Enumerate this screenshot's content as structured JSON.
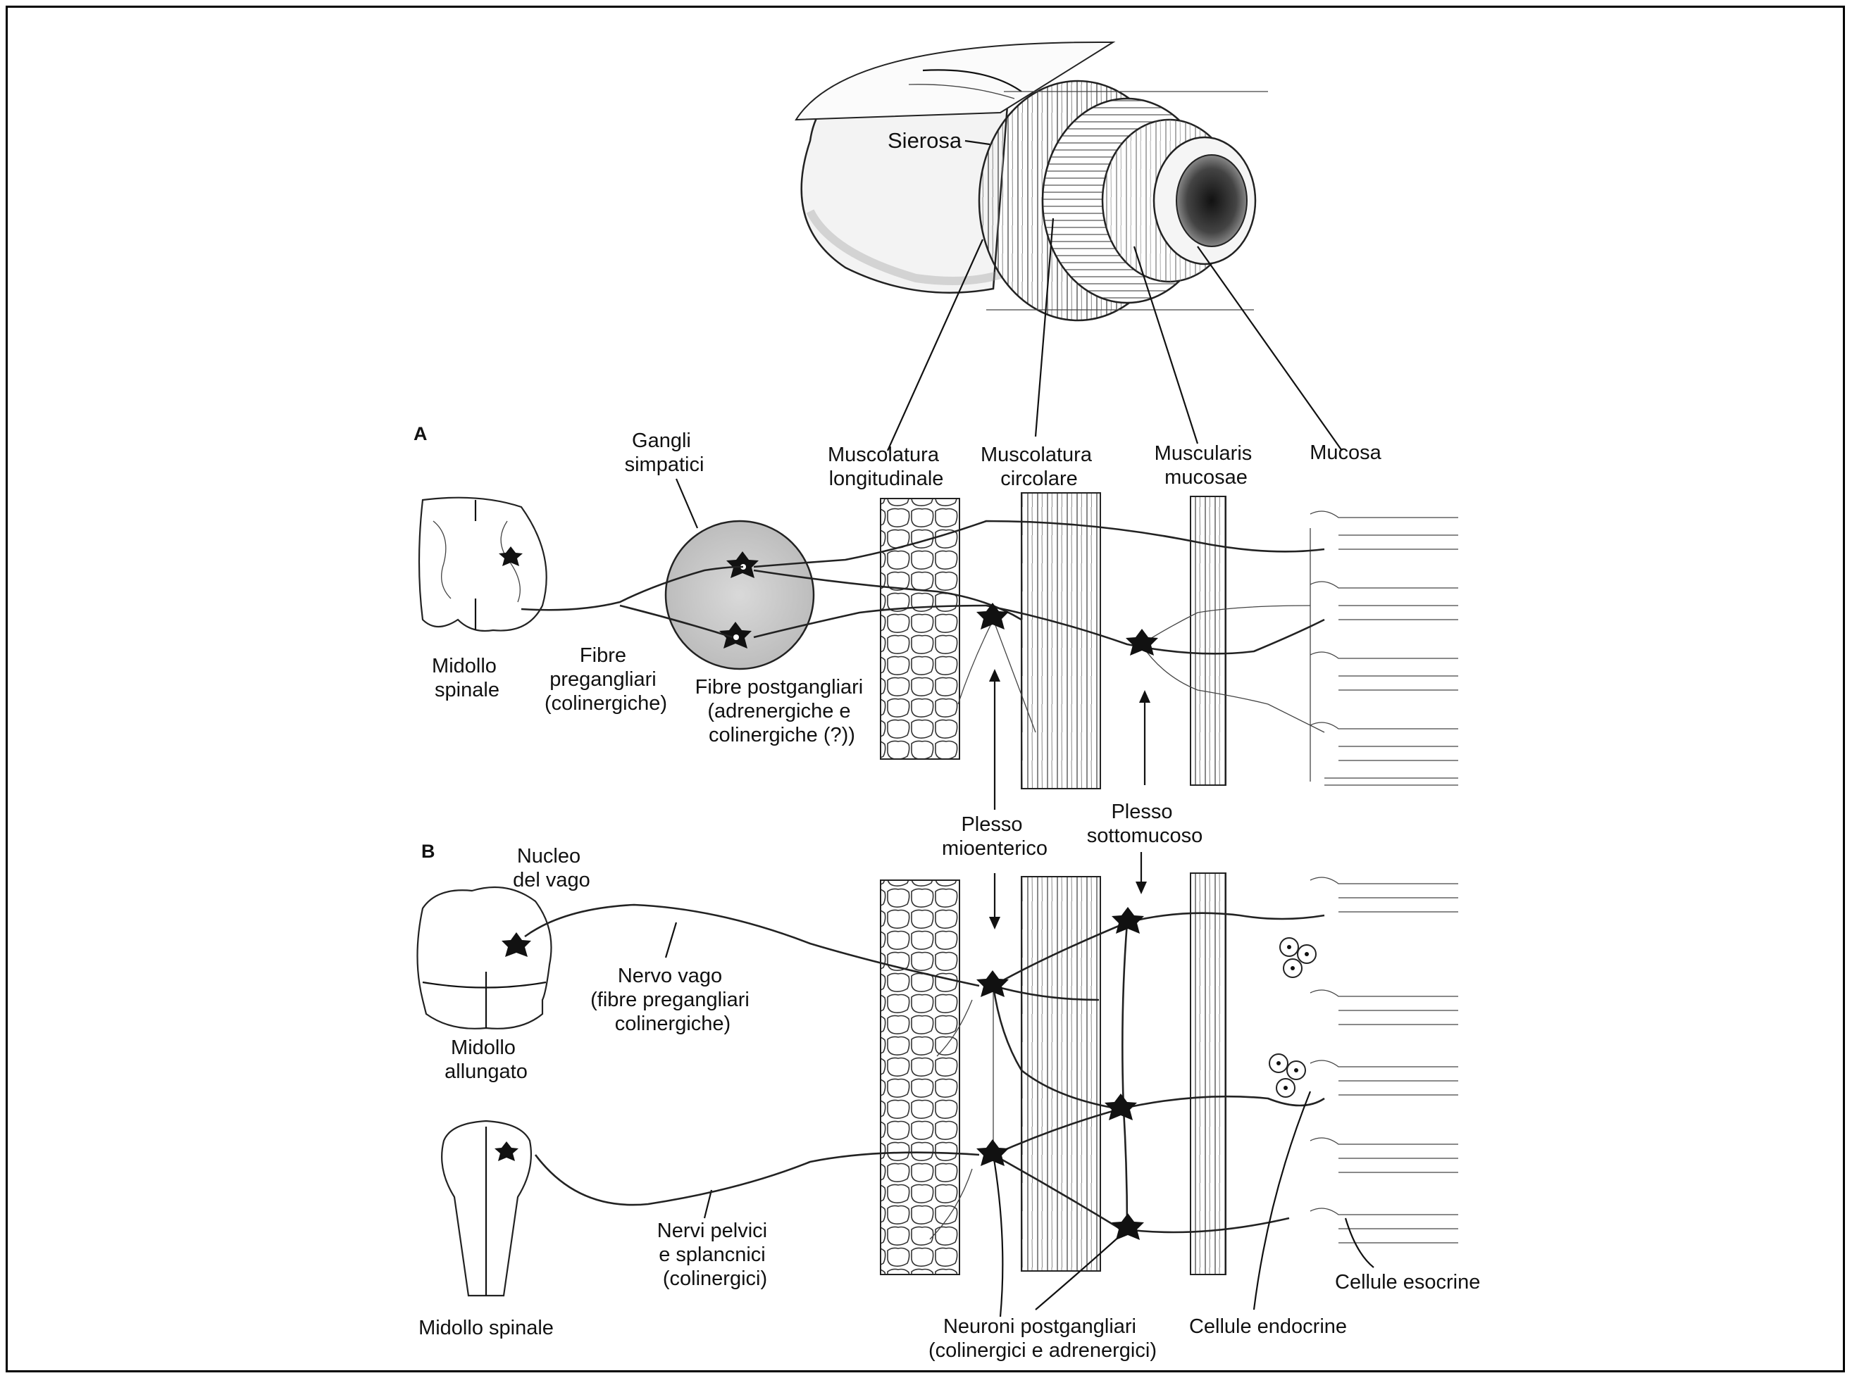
{
  "panels": {
    "a": "A",
    "b": "B"
  },
  "tube": {
    "sierosa": "Sierosa"
  },
  "layers": {
    "longitudinale": [
      "Muscolatura",
      "longitudinale"
    ],
    "circolare": [
      "Muscolatura",
      "circolare"
    ],
    "mucosae": [
      "Muscularis",
      "mucosae"
    ],
    "mucosa": [
      "Mucosa"
    ]
  },
  "panel_a": {
    "gangli": [
      "Gangli",
      "simpatici"
    ],
    "midollo": [
      "Midollo",
      "spinale"
    ],
    "fibre_pre": [
      "Fibre",
      "pregangliari",
      "(colinergiche)"
    ],
    "fibre_post": [
      "Fibre postgangliari",
      "(adrenergiche e",
      "colinergiche (?))"
    ]
  },
  "plexus": {
    "mioenterico": [
      "Plesso",
      "mioenterico"
    ],
    "sottomucoso": [
      "Plesso",
      "sottomucoso"
    ]
  },
  "panel_b": {
    "nucleo": [
      "Nucleo",
      "del vago"
    ],
    "midollo_allungato": [
      "Midollo",
      "allungato"
    ],
    "nervo_vago": [
      "Nervo vago",
      "(fibre pregangliari",
      "colinergiche)"
    ],
    "nervi_pelvici": [
      "Nervi pelvici",
      "e splancnici",
      "(colinergici)"
    ],
    "midollo_spinale": "Midollo spinale",
    "neuroni_post": [
      "Neuroni postgangliari",
      "(colinergici e adrenergici)"
    ],
    "cellule_endocrine": "Cellule endocrine",
    "cellule_esocrine": "Cellule esocrine"
  }
}
